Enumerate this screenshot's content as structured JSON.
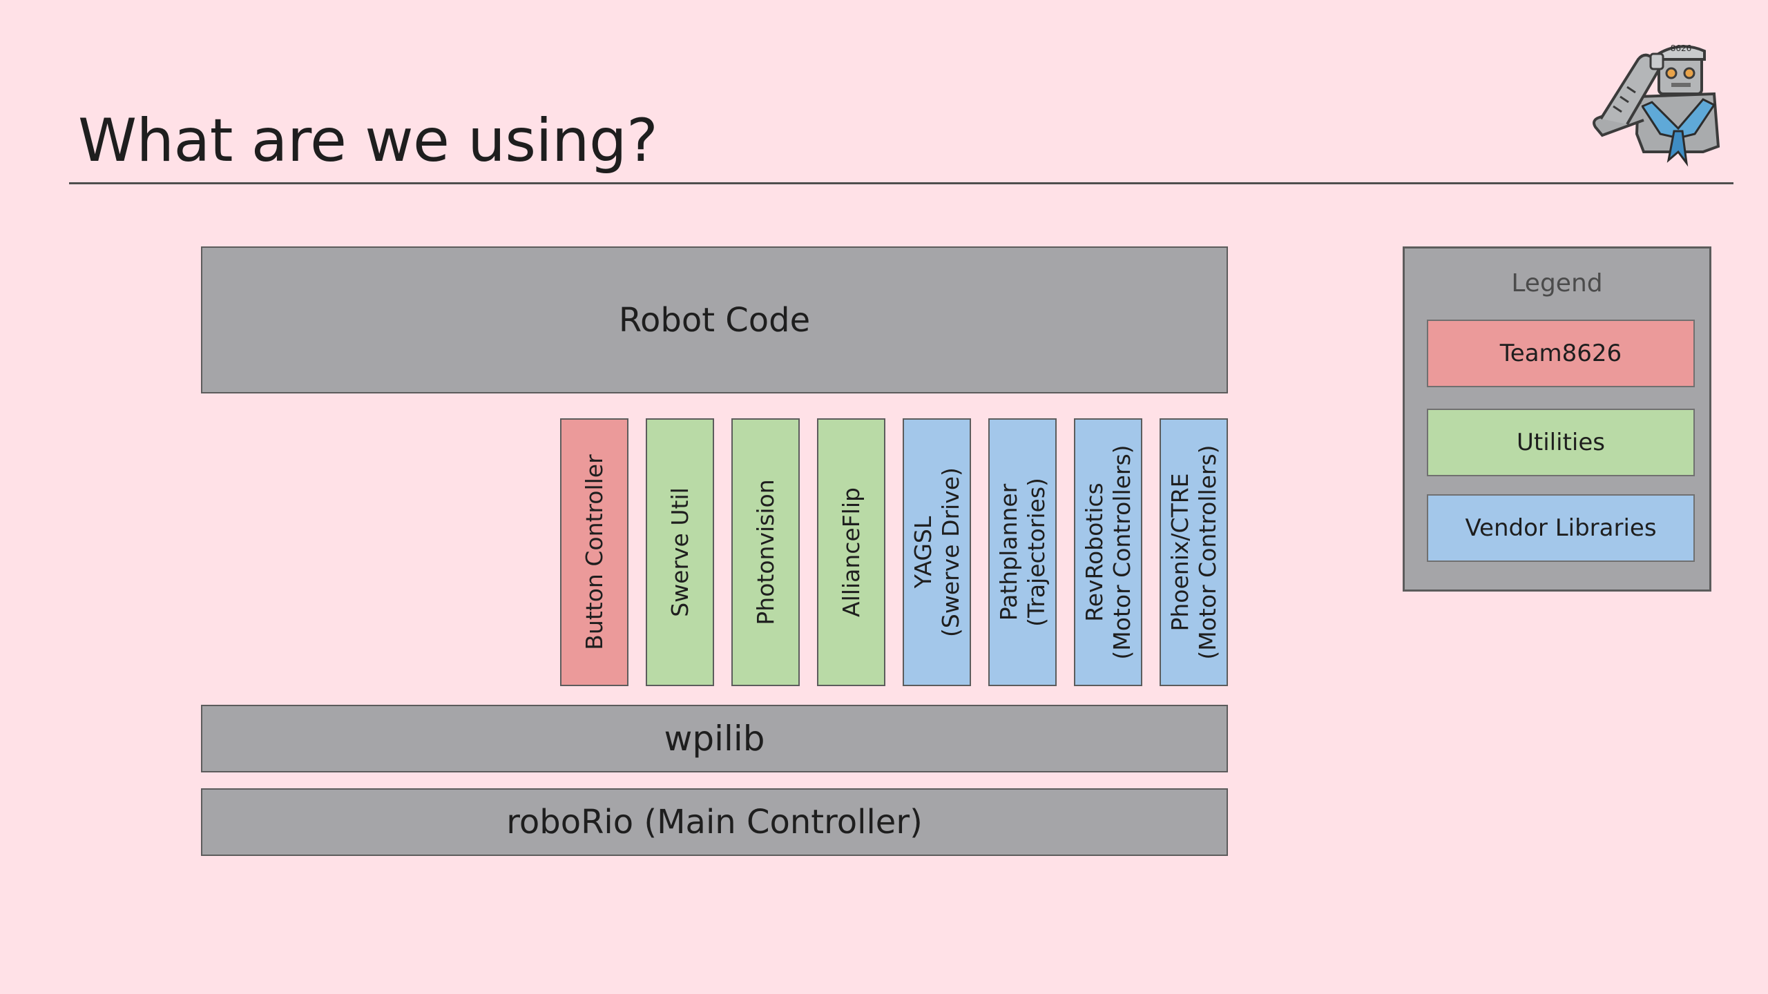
{
  "slide": {
    "title": "What are we using?"
  },
  "diagram": {
    "top_layer": "Robot Code",
    "libraries": [
      {
        "label": "Button Controller",
        "category": "team"
      },
      {
        "label": "Swerve Util",
        "category": "utility"
      },
      {
        "label": "Photonvision",
        "category": "utility"
      },
      {
        "label": "AllianceFlip",
        "category": "utility"
      },
      {
        "label": "YAGSL\n(Swerve Drive)",
        "category": "vendor"
      },
      {
        "label": "Pathplanner\n(Trajectories)",
        "category": "vendor"
      },
      {
        "label": "RevRobotics\n(Motor Controllers)",
        "category": "vendor"
      },
      {
        "label": "Phoenix/CTRE\n(Motor Controllers)",
        "category": "vendor"
      }
    ],
    "framework_layer": "wpilib",
    "hardware_layer": "roboRio (Main Controller)"
  },
  "legend": {
    "title": "Legend",
    "items": [
      {
        "label": "Team8626",
        "category": "team"
      },
      {
        "label": "Utilities",
        "category": "utility"
      },
      {
        "label": "Vendor Libraries",
        "category": "vendor"
      }
    ]
  },
  "colors": {
    "background": "#ffe1e7",
    "layer": "#a5a5a8",
    "team": "#eb9a9a",
    "utility": "#b9daa6",
    "vendor": "#a3c7ea"
  },
  "logo": {
    "icon": "saluting-robot-sailor-mascot-icon",
    "badge_text": "8626"
  }
}
